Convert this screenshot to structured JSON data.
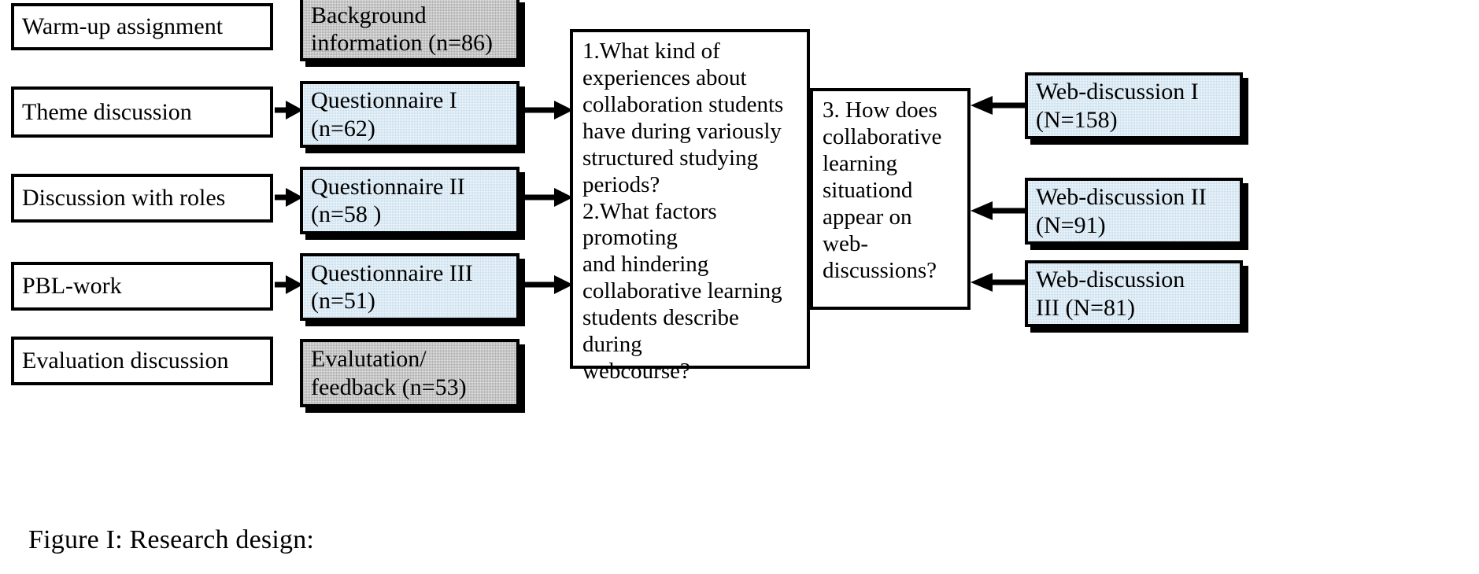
{
  "figure": {
    "caption": "Figure I: Research design:",
    "colors": {
      "box_border": "#000000",
      "blue_fill": "#c5dded",
      "grey_fill": "#e3e3e3",
      "white_fill": "#ffffff",
      "arrow": "#000000"
    }
  },
  "activities": [
    {
      "label": "Warm-up assignment"
    },
    {
      "label": "Theme discussion"
    },
    {
      "label": "Discussion with roles"
    },
    {
      "label": "PBL-work"
    },
    {
      "label": "Evaluation discussion"
    }
  ],
  "instruments": [
    {
      "label": "Background\ninformation (n=86)",
      "style": "grey"
    },
    {
      "label": "Questionnaire I\n(n=62)",
      "style": "blue"
    },
    {
      "label": "Questionnaire II\n(n=58 )",
      "style": "blue"
    },
    {
      "label": "Questionnaire III\n(n=51)",
      "style": "blue"
    },
    {
      "label": "Evalutation/\nfeedback (n=53)",
      "style": "grey"
    }
  ],
  "questions": [
    {
      "id": "questions-1-2",
      "text": "1.What kind of\nexperiences about\ncollaboration students\nhave during variously\nstructured studying\nperiods?\n2.What factors promoting\nand hindering\ncollaborative learning\nstudents describe during\nwebcourse?"
    },
    {
      "id": "question-3",
      "text": "3. How does\ncollaborative\nlearning\nsituationd\nappear on web-\ndiscussions?"
    }
  ],
  "web_discussions": [
    {
      "label": "Web-discussion I\n(N=158)"
    },
    {
      "label": "Web-discussion II\n(N=91)"
    },
    {
      "label": "Web-discussion\nIII (N=81)"
    }
  ]
}
